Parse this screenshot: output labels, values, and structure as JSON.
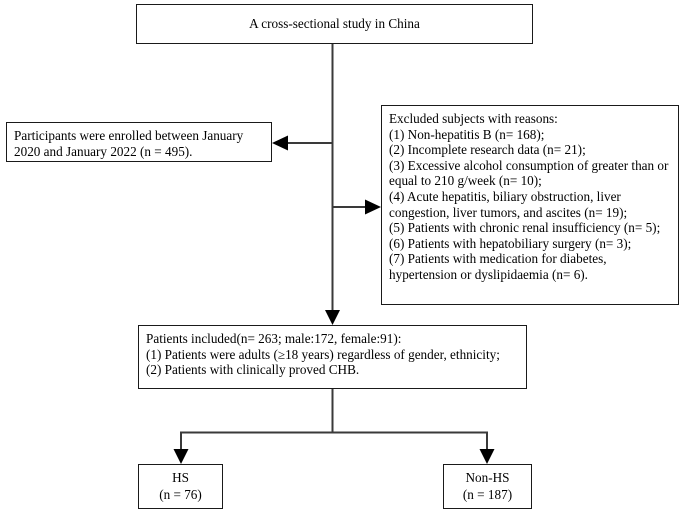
{
  "figure": {
    "type": "flowchart",
    "title_box": {
      "text": "A cross-sectional study in China"
    },
    "enrolled_box": {
      "lines": [
        "Participants were enrolled between January",
        "2020 and January 2022 (n = 495)."
      ]
    },
    "excluded_box": {
      "heading": "Excluded subjects with reasons:",
      "lines": [
        "(1) Non-hepatitis B (n= 168);",
        "(2) Incomplete research data (n= 21);",
        "(3) Excessive alcohol consumption of greater than or equal to 210 g/week (n= 10);",
        "(4) Acute hepatitis, biliary obstruction, liver congestion, liver tumors, and ascites (n= 19);",
        "(5) Patients with chronic renal insufficiency (n= 5);",
        "(6) Patients with hepatobiliary surgery (n= 3);",
        "(7) Patients with medication for diabetes, hypertension or dyslipidaemia (n= 6)."
      ]
    },
    "included_box": {
      "heading": "Patients included(n= 263; male:172, female:91):",
      "lines": [
        "(1) Patients were adults (≥18 years) regardless of gender, ethnicity;",
        "(2) Patients with clinically proved CHB."
      ]
    },
    "group_hs": {
      "label": "HS",
      "count": "(n = 76)"
    },
    "group_non_hs": {
      "label": "Non-HS",
      "count": "(n = 187)"
    },
    "colors": {
      "stroke": "#1a1a1a",
      "background": "#ffffff",
      "text": "#000000"
    }
  }
}
